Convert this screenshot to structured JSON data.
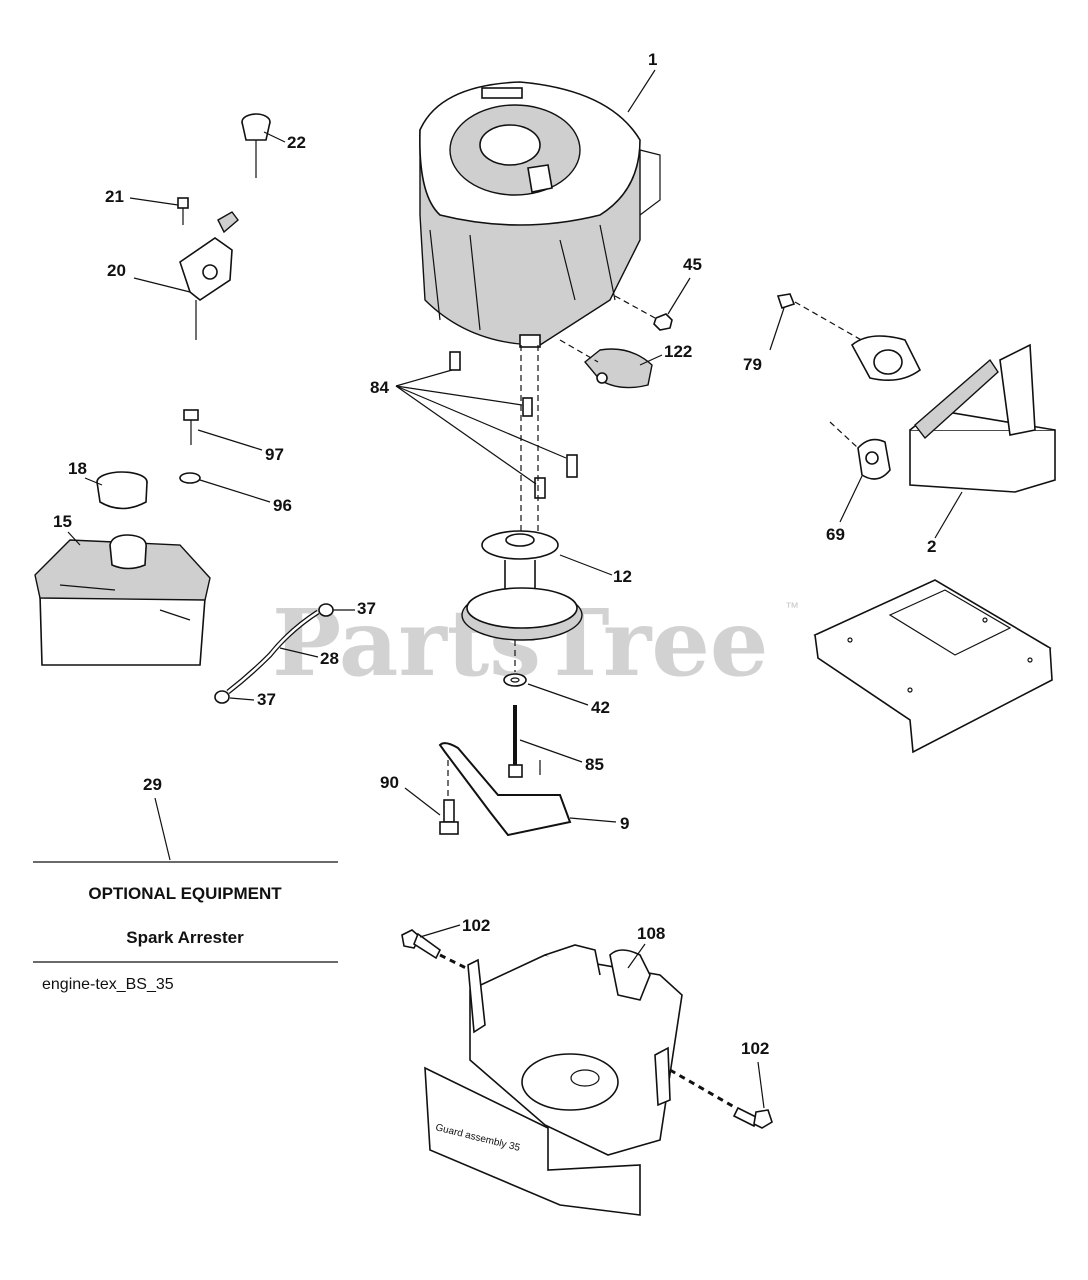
{
  "watermark": {
    "text": "PartsTree",
    "trademark": "™"
  },
  "labels": {
    "p1": "1",
    "p22": "22",
    "p21": "21",
    "p20": "20",
    "p45": "45",
    "p122": "122",
    "p84": "84",
    "p79": "79",
    "p97": "97",
    "p18": "18",
    "p96": "96",
    "p15": "15",
    "p69": "69",
    "p2": "2",
    "p12": "12",
    "p37a": "37",
    "p28": "28",
    "p37b": "37",
    "p42": "42",
    "p85": "85",
    "p90": "90",
    "p9": "9",
    "p29": "29",
    "p102a": "102",
    "p108": "108",
    "p102b": "102"
  },
  "notes": {
    "optional_equipment": "OPTIONAL EQUIPMENT",
    "spark_arrester": "Spark Arrester",
    "diagram_code": "engine-tex_BS_35",
    "guard_marking": "Guard assembly 35"
  }
}
